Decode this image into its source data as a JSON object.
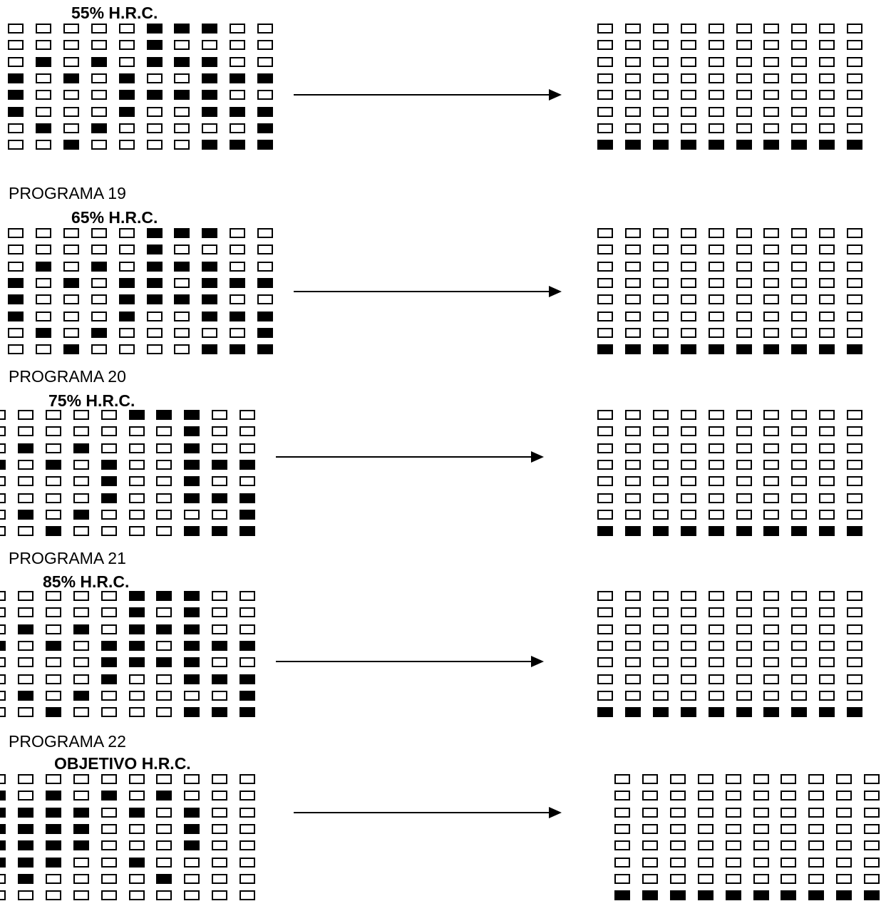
{
  "sections": [
    {
      "program_label": "",
      "hrc_title": "55% H.R.C.",
      "left_grid": [
        "0000011100",
        "0000010000",
        "0101011100",
        "1010100111",
        "1000111100",
        "1000100111",
        "0101000001",
        "0010000111"
      ],
      "right_grid": [
        "0000000000",
        "0000000000",
        "0000000000",
        "0000000000",
        "0000000000",
        "0000000000",
        "0000000000",
        "1111111111"
      ]
    },
    {
      "program_label": "PROGRAMA 19",
      "hrc_title": "65% H.R.C.",
      "left_grid": [
        "0000011100",
        "0000010000",
        "0101011100",
        "1010110111",
        "1000111100",
        "1000100111",
        "0101000001",
        "0010000111"
      ],
      "right_grid": [
        "0000000000",
        "0000000000",
        "0000000000",
        "0000000000",
        "0000000000",
        "0000000000",
        "0000000000",
        "1111111111"
      ]
    },
    {
      "program_label": "PROGRAMA 20",
      "hrc_title": "75% H.R.C.",
      "left_grid": [
        "0000011100",
        "0000000100",
        "0101000100",
        "1010100111",
        "0000100100",
        "0000100111",
        "0101000001",
        "0010000111"
      ],
      "right_grid": [
        "0000000000",
        "0000000000",
        "0000000000",
        "0000000000",
        "0000000000",
        "0000000000",
        "0000000000",
        "1111111111"
      ]
    },
    {
      "program_label": "PROGRAMA 21",
      "hrc_title": "85% H.R.C.",
      "left_grid": [
        "0000011100",
        "0000010100",
        "0101011100",
        "1010110111",
        "0000111100",
        "0000100111",
        "0101000001",
        "0010000111"
      ],
      "right_grid": [
        "0000000000",
        "0000000000",
        "0000000000",
        "0000000000",
        "0000000000",
        "0000000000",
        "0000000000",
        "1111111111"
      ]
    },
    {
      "program_label": "PROGRAMA 22",
      "hrc_title": "OBJETIVO H.R.C.",
      "left_grid": [
        "0000000000",
        "1010101000",
        "1111010100",
        "1111000100",
        "1111000100",
        "1110010000",
        "0100001000",
        "0000000000"
      ],
      "right_grid": [
        "0000000000",
        "0000000000",
        "0000000000",
        "0000000000",
        "0000000000",
        "0000000000",
        "0000000000",
        "1111111111"
      ]
    }
  ]
}
